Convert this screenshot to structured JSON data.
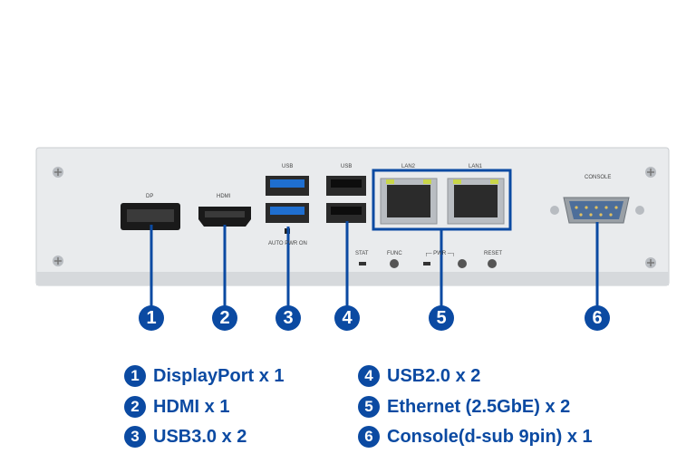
{
  "panel_labels": {
    "dp": "DP",
    "hdmi": "HDMI",
    "usb_left": "USB",
    "usb_right": "USB",
    "auto_pwr": "AUTO PWR ON",
    "lan2": "LAN2",
    "lan1": "LAN1",
    "console": "CONSOLE",
    "stat": "STAT",
    "func": "FUNC",
    "pwr": "┌─ PWR ─┐",
    "reset": "RESET"
  },
  "callouts": [
    "1",
    "2",
    "3",
    "4",
    "5",
    "6"
  ],
  "legend": [
    {
      "num": "1",
      "text": "DisplayPort x 1"
    },
    {
      "num": "2",
      "text": "HDMI x 1"
    },
    {
      "num": "3",
      "text": "USB3.0 x 2"
    },
    {
      "num": "4",
      "text": "USB2.0 x 2"
    },
    {
      "num": "5",
      "text": "Ethernet (2.5GbE) x 2"
    },
    {
      "num": "6",
      "text": "Console(d-sub 9pin) x 1"
    }
  ],
  "colors": {
    "accent": "#0b4aa2",
    "panel": "#e6e8ea",
    "usb3_blue": "#1f6fd0"
  }
}
